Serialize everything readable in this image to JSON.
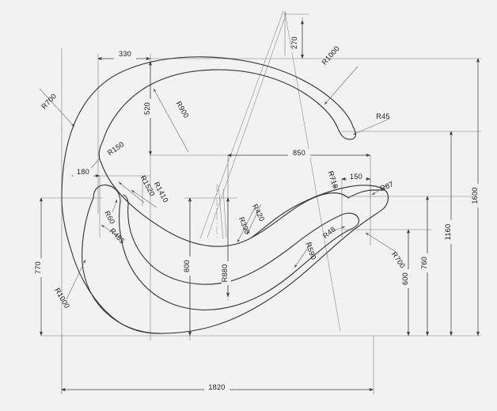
{
  "drawing": {
    "title": "Curved Profile Technical Drawing",
    "background_color": "#f2f2f2",
    "line_color": "#3a3a3a",
    "units": "mm"
  },
  "dimensions": {
    "overall_width": "1820",
    "overall_height": "1600",
    "top_offset_330": "330",
    "top_offset_270": "270",
    "height_520": "520",
    "offset_180": "180",
    "height_770": "770",
    "width_850": "850",
    "width_150": "150",
    "height_1160": "1160",
    "height_760": "760",
    "height_600": "600",
    "height_800": "800"
  },
  "radii": {
    "r700_left": "R700",
    "r150": "R150",
    "r900": "R900",
    "r1000_top": "R1000",
    "r45": "R45",
    "r1520": "R1520",
    "r1410": "R1410",
    "r60": "R60",
    "r485": "R485",
    "r1000_left": "R1000",
    "r880": "R880",
    "r390": "R390",
    "r420": "R420",
    "r590": "R590",
    "r710": "R710",
    "r67": "R67",
    "r48": "R48",
    "r700_right": "R700"
  },
  "labels": {
    "d330": "330",
    "d270": "270",
    "d520": "520",
    "d180": "180",
    "d770": "770",
    "d850": "850",
    "d150": "150",
    "d1160": "1160",
    "d760": "760",
    "d600": "600",
    "d800": "800",
    "d1820": "1820",
    "d1600": "1600",
    "r700a": "R700",
    "r150": "R150",
    "r900": "R900",
    "r1000a": "R1000",
    "r45": "R45",
    "r1520": "R1520",
    "r1410": "R1410",
    "r60": "R60",
    "r485": "R485",
    "r1000b": "R1000",
    "r880": "R880",
    "r390": "R390",
    "r420": "R420",
    "r590": "R590",
    "r710": "R710",
    "r67": "R67",
    "r48": "R48",
    "r700b": "R700"
  }
}
